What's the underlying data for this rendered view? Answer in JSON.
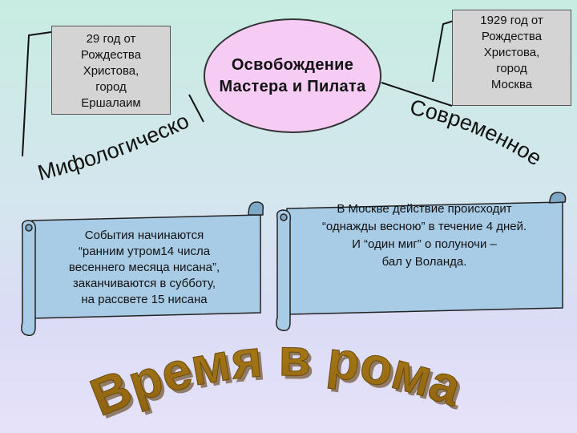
{
  "box_ancient": {
    "lines": [
      "29 год от",
      "Рождества",
      "Христова,",
      "город",
      "Ершалаим"
    ]
  },
  "box_modern": {
    "lines": [
      "1929 год от",
      "Рождества",
      "Христова,",
      "город",
      "Москва"
    ]
  },
  "center": {
    "line1": "Освобождение",
    "line2": "Мастера и Пилата"
  },
  "arc_left_label": "Мифологическое",
  "arc_right_label": "Современное",
  "scroll_left": {
    "lines": [
      "События начинаются",
      "“ранним утром14 числа",
      "весеннего месяца нисана”,",
      "заканчиваются в субботу,",
      "на рассвете 15 нисана"
    ]
  },
  "scroll_right": {
    "lines": [
      "В Москве действие происходит",
      "“однажды весною” в течение 4 дней.",
      "И “один миг” о полуночи –",
      "бал у Воланда."
    ]
  },
  "wordart": "Время в романе",
  "colors": {
    "box_fill": "#d4d4d4",
    "ellipse_fill": "#f7ccf4",
    "scroll_fill": "#a9cce6",
    "wordart_gold": "#d9a520"
  }
}
